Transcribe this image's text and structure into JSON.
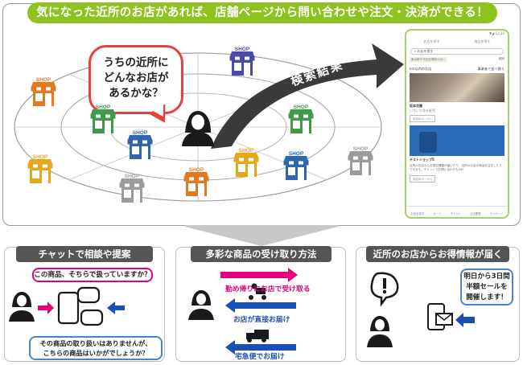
{
  "headline": "気になった近所のお店があれば、店舗ページから問い合わせや注文・決済ができる！",
  "shop_label": "SHOP",
  "bubble": {
    "line1": "うちの近所に",
    "line2": "どんなお店が",
    "line3": "あるかな？"
  },
  "result_label": "検索結果",
  "phone": {
    "status_right": "▼◢ 12:30",
    "top_links": [
      "お店を探す",
      "商品を探す"
    ],
    "search_placeholder": "お店を探す",
    "location": "東京都千代田区麹町の近く",
    "location_action": "範囲",
    "section_title": "km以内のお店",
    "section_link": "事業者で並べ替え",
    "shop1_name": "坂本花園",
    "shop1_sub": "いちいち花を販売",
    "shop1_tag": "お店のページへ",
    "shop2_name": "テストショップ5",
    "shop2_desc": "近所のお店からお得な情報が届いたり、近所のお店の商品を注文したりできます。チャットでお問い合わせもOK！",
    "shop2_tag": "お店のページへ",
    "nav": [
      "お店を探す",
      "カート",
      "チャット",
      "注文履歴",
      "マイページ"
    ]
  },
  "panel1": {
    "title": "チャットで相談や提案",
    "question": "この商品、そちらで扱っていますか？",
    "answer_line1": "その商品の取り扱いはありませんが、",
    "answer_line2": "こちらの商品はいかがでしょうか？"
  },
  "panel2": {
    "title": "多彩な商品の受け取り方法",
    "option1": "勤め帰りにお店で受け取る",
    "option2": "お店が直接お届け",
    "option3": "宅急便でお届け"
  },
  "panel3": {
    "title": "近所のお店からお得情報が届く",
    "message_line1": "明日から3日間",
    "message_line2": "半額セールを",
    "message_line3": "開催します！"
  },
  "colors": {
    "green": "#8dc21f",
    "red": "#e8413c",
    "pink": "#e4007f",
    "blue": "#1a4fb5",
    "shop_orange": "#e07a1f",
    "shop_green": "#3f9b4a",
    "shop_blue": "#2f66b0",
    "shop_gold": "#e3a81c",
    "shop_gray": "#9b9b9b",
    "shop_purple": "#4a4aa8"
  }
}
